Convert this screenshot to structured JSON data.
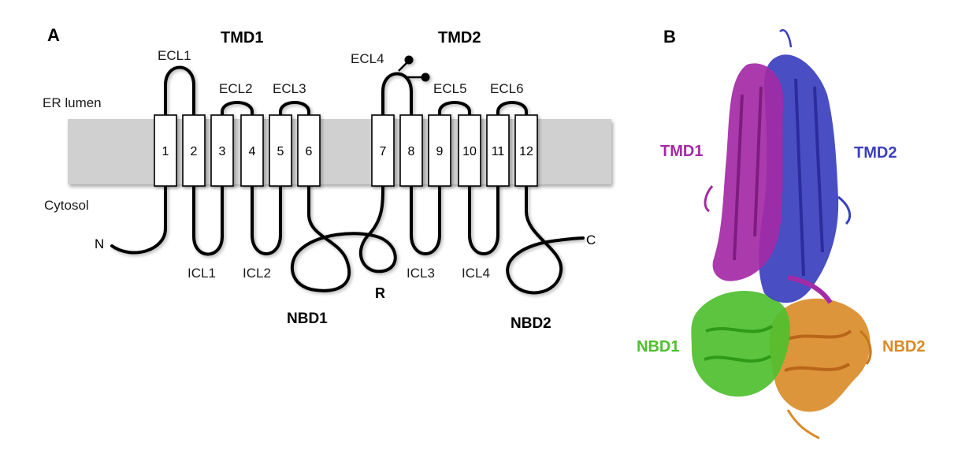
{
  "panel_a": {
    "letter": "A",
    "tmd1_title": "TMD1",
    "tmd2_title": "TMD2",
    "lumen_label": "ER lumen",
    "cytosol_label": "Cytosol",
    "segments": [
      "1",
      "2",
      "3",
      "4",
      "5",
      "6",
      "7",
      "8",
      "9",
      "10",
      "11",
      "12"
    ],
    "ecl": [
      "ECL1",
      "ECL2",
      "ECL3",
      "ECL4",
      "ECL5",
      "ECL6"
    ],
    "icl": [
      "ICL1",
      "ICL2",
      "ICL3",
      "ICL4"
    ],
    "nbd1": "NBD1",
    "nbd2": "NBD2",
    "n_term": "N",
    "c_term": "C",
    "r_domain": "R"
  },
  "panel_b": {
    "letter": "B",
    "tmd1": "TMD1",
    "tmd2": "TMD2",
    "nbd1": "NBD1",
    "nbd2": "NBD2"
  },
  "colors": {
    "membrane": "#d0d0d0",
    "tmd1": "#a42aa6",
    "tmd2": "#3a3fbe",
    "nbd1": "#4fbf2f",
    "nbd2": "#d98a26"
  }
}
